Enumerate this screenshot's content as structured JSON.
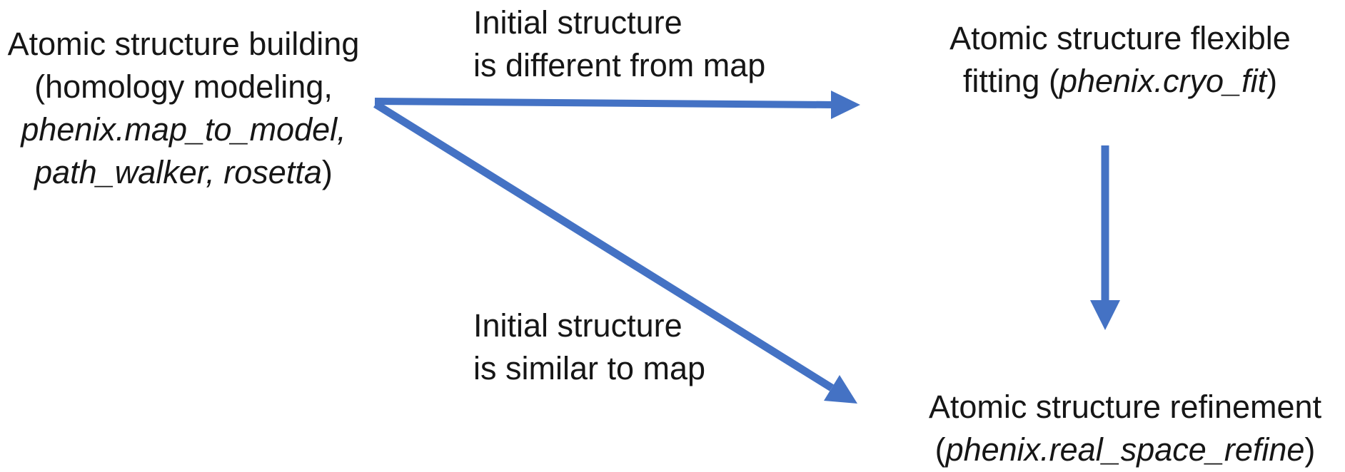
{
  "colors": {
    "background": "#ffffff",
    "text": "#161616",
    "arrow": "#4472C4"
  },
  "nodes": {
    "building": {
      "line1": "Atomic structure building",
      "line2": "(homology modeling,",
      "line3_italic": "phenix.map_to_model,",
      "line4_italic": "path_walker, rosetta",
      "line4_suffix": ")"
    },
    "fitting": {
      "line1": "Atomic structure flexible",
      "line2_prefix": "fitting (",
      "line2_italic": "phenix.cryo_fit",
      "line2_suffix": ")"
    },
    "refinement": {
      "line1": "Atomic structure refinement",
      "line2_prefix": "(",
      "line2_italic": "phenix.real_space_refine",
      "line2_suffix": ")"
    }
  },
  "edge_labels": {
    "different": {
      "line1": "Initial structure",
      "line2": "is different from map"
    },
    "similar": {
      "line1": "Initial structure",
      "line2": "is similar to map"
    }
  }
}
